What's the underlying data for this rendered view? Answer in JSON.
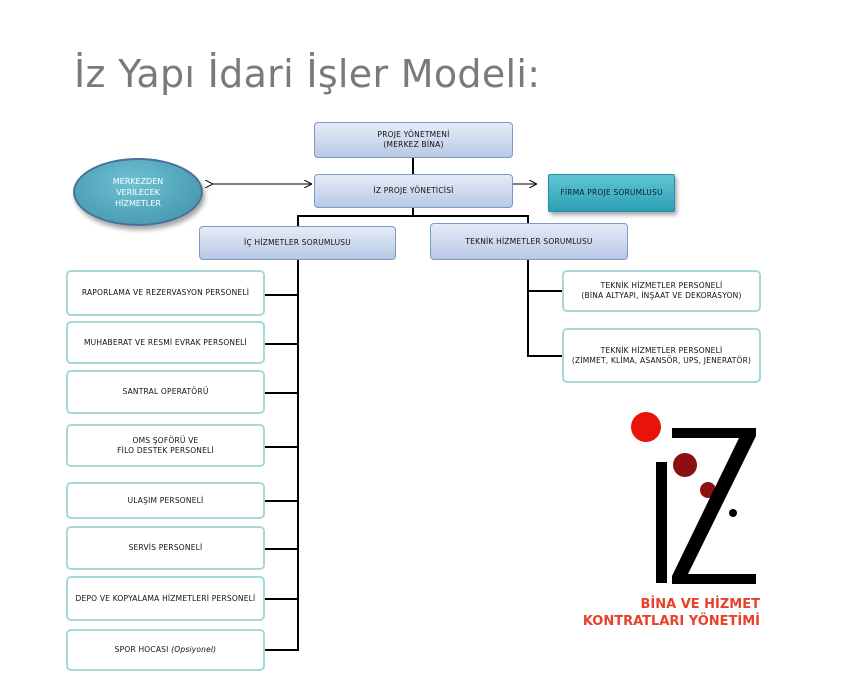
{
  "title": "İz Yapı İdari İşler Modeli:",
  "nodes": {
    "proje_yonetimi": [
      "PROJE YÖNETMENİ",
      "(MERKEZ BİNA)"
    ],
    "merkezden": [
      "MERKEZDEN",
      "VERİLECEK",
      "HİZMETLER"
    ],
    "iz_proje_yoneticisi": "İZ PROJE YÖNETİCİSİ",
    "firma_proje_sorumlusu": "FİRMA PROJE SORUMLUSU",
    "ic_hizmetler": "İÇ HİZMETLER SORUMLUSU",
    "teknik_hizmetler": "TEKNİK HİZMETLER SORUMLUSU",
    "teknik_personel_1": [
      "TEKNİK HİZMETLER PERSONELİ",
      "(BİNA ALTYAPI, İNŞAAT VE DEKORASYON)"
    ],
    "teknik_personel_2": [
      "TEKNİK HİZMETLER PERSONELİ",
      "(ZİMMET, KLİMA, ASANSÖR, UPS, JENERATÖR)"
    ]
  },
  "ic_items": [
    [
      "RAPORLAMA VE REZERVASYON PERSONELİ"
    ],
    [
      "MUHABERAT VE RESMİ EVRAK PERSONELİ"
    ],
    [
      "SANTRAL OPERATÖRÜ"
    ],
    [
      "OMS ŞOFÖRÜ VE",
      "FİLO DESTEK PERSONELİ"
    ],
    [
      "ULAŞIM PERSONELİ"
    ],
    [
      "SERVİS PERSONELİ"
    ],
    [
      "DEPO VE KOPYALAMA HİZMETLERİ PERSONELİ"
    ]
  ],
  "spor": {
    "main": "SPOR HOCASI ",
    "note": "(Opsiyonel)"
  },
  "logo": {
    "letters": "İZ",
    "caption_line1": "BİNA VE HİZMET",
    "caption_line2": "KONTRATLARI YÖNETİMİ",
    "colors": {
      "red": "#e8140c",
      "dark_red": "#8c1010",
      "black": "#000000",
      "caption": "#e8412a"
    }
  }
}
